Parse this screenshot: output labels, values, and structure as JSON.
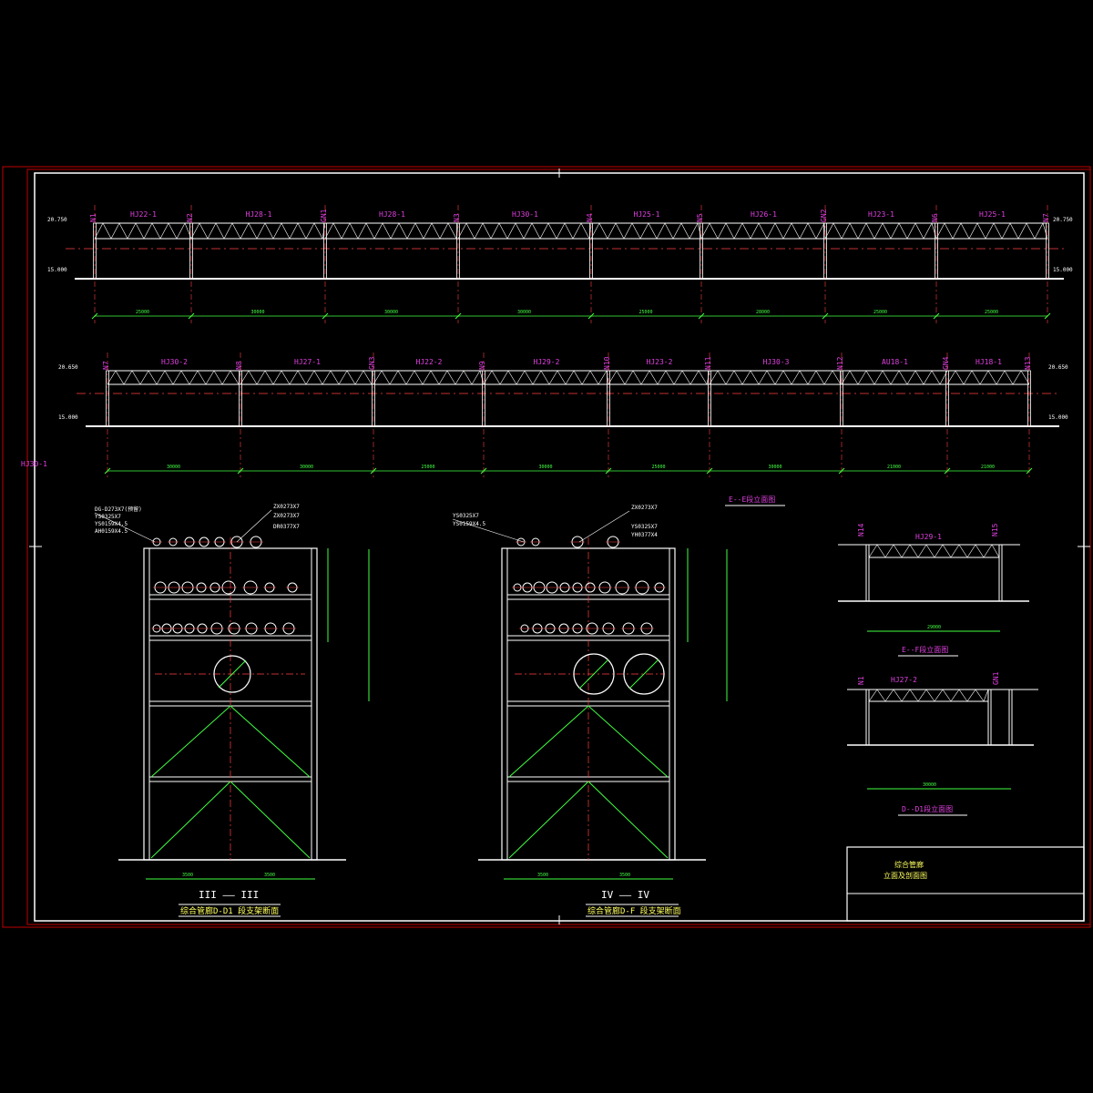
{
  "side_label": "HJ30-1",
  "elevation_1": {
    "axes": [
      "N1",
      "N2",
      "GN1",
      "N3",
      "N4",
      "N5",
      "GN2",
      "N6",
      "N7"
    ],
    "trusses": [
      "HJ22-1",
      "HJ28-1",
      "HJ28-1",
      "HJ30-1",
      "HJ25-1",
      "HJ26-1",
      "HJ23-1",
      "HJ25-1"
    ],
    "left_level_top": "20.750",
    "left_level_bottom": "15.000",
    "right_level_top": "20.750",
    "right_level_bottom": "15.000",
    "spans": [
      "25000",
      "30000",
      "30000",
      "30000",
      "25000",
      "28000",
      "25000",
      "25000"
    ]
  },
  "elevation_2": {
    "axes": [
      "N7",
      "N8",
      "GN3",
      "N9",
      "N10",
      "N11",
      "N12",
      "GN4",
      "N13"
    ],
    "trusses": [
      "HJ30-2",
      "HJ27-1",
      "HJ22-2",
      "HJ29-2",
      "HJ23-2",
      "HJ30-3",
      "AU18-1",
      "HJ18-1"
    ],
    "left_level_top": "20.650",
    "left_level_bottom": "15.000",
    "right_level_top": "20.650",
    "right_level_bottom": "15.000",
    "spans": [
      "30000",
      "30000",
      "25000",
      "30000",
      "25000",
      "30000",
      "21000",
      "21000"
    ]
  },
  "section_3": {
    "label": "III —— III",
    "caption": "综合管廊D-D1 段支架断面",
    "pipe_labels": [
      "DG-D273X7(预留)",
      "YS0325X7",
      "YS0159X4.5",
      "AH0159X4.5"
    ],
    "right_labels": [
      "ZX0273X7",
      "ZX0273X7",
      "DR0377X7"
    ],
    "widths": [
      "3500",
      "3500"
    ]
  },
  "section_4": {
    "label": "IV —— IV",
    "caption": "综合管廊D-F 段支架断面",
    "pipe_labels": [
      "YS0325X7",
      "YS0159X4.5"
    ],
    "right_labels": [
      "ZX0273X7",
      "YS0325X7",
      "YH0377X4"
    ],
    "widths": [
      "3500",
      "3500"
    ]
  },
  "elevation_ee": {
    "title": "E--E段立面图",
    "axes": [
      "N14",
      "N15"
    ],
    "truss": "HJ29-1",
    "span": "29000"
  },
  "elevation_ff": {
    "title": "E--F段立面图"
  },
  "elevation_dd": {
    "title": "D--D1段立面图",
    "axes": [
      "N1",
      "GN1"
    ],
    "truss": "HJ27-2",
    "span": "30000"
  },
  "title_block": {
    "project": "综合管廊",
    "drawing": "立面及剖面图"
  }
}
